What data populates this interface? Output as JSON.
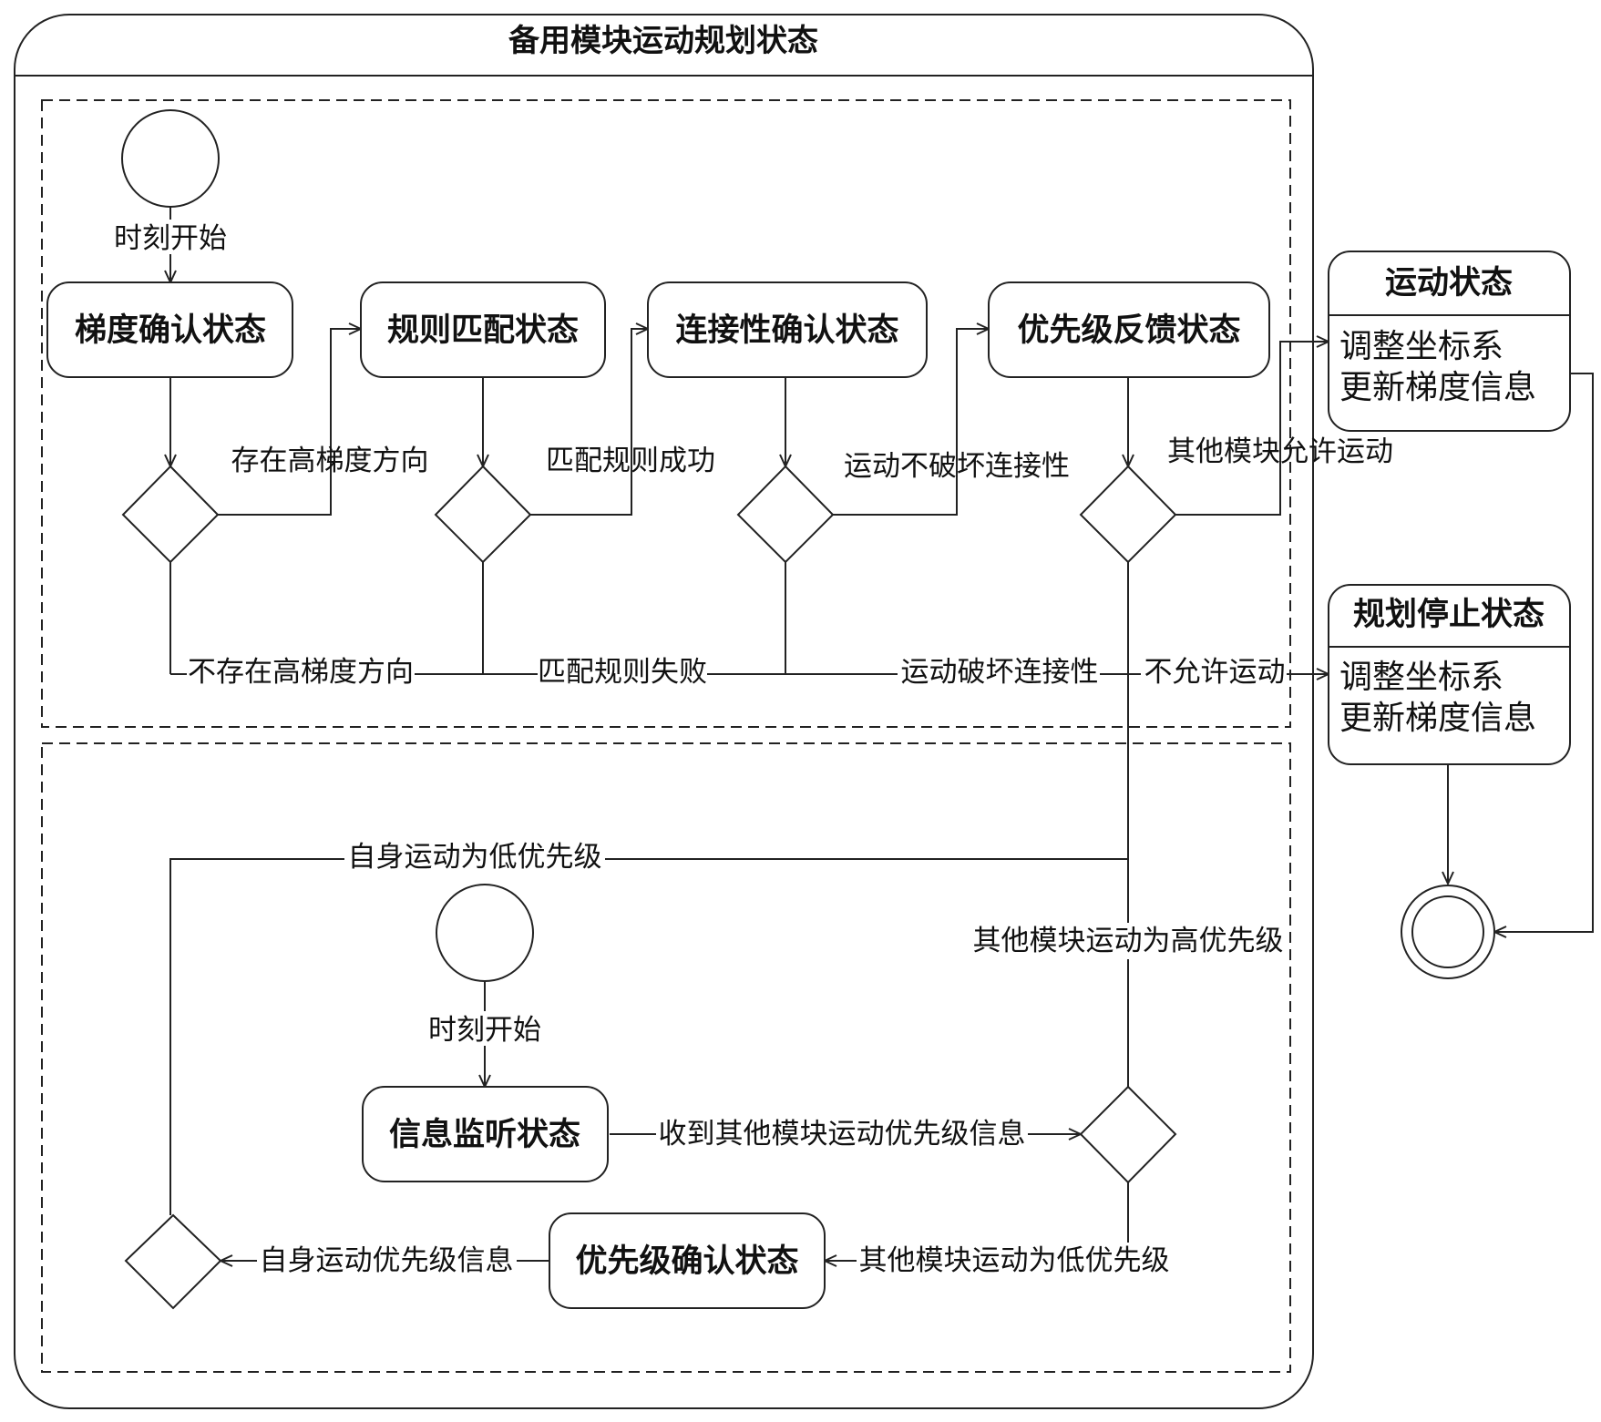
{
  "container": {
    "title": "备用模块运动规划状态"
  },
  "states": {
    "gradient_confirm": "梯度确认状态",
    "rule_match": "规则匹配状态",
    "connectivity_confirm": "连接性确认状态",
    "priority_feedback": "优先级反馈状态",
    "info_listen": "信息监听状态",
    "priority_confirm": "优先级确认状态"
  },
  "external_states": {
    "motion": {
      "title": "运动状态",
      "actions": [
        "调整坐标系",
        "更新梯度信息"
      ]
    },
    "planning_stop": {
      "title": "规划停止状态",
      "actions": [
        "调整坐标系",
        "更新梯度信息"
      ]
    }
  },
  "transitions": {
    "start_top": "时刻开始",
    "start_bottom": "时刻开始",
    "has_high_gradient": "存在高梯度方向",
    "no_high_gradient": "不存在高梯度方向",
    "match_success": "匹配规则成功",
    "match_fail": "匹配规则失败",
    "no_break_connection": "运动不破坏连接性",
    "break_connection": "运动破坏连接性",
    "others_allow": "其他模块允许运动",
    "not_allow": "不允许运动",
    "self_low_priority": "自身运动为低优先级",
    "others_high_priority": "其他模块运动为高优先级",
    "received_priority_info": "收到其他模块运动优先级信息",
    "others_low_priority": "其他模块运动为低优先级",
    "self_priority_info": "自身运动优先级信息"
  }
}
